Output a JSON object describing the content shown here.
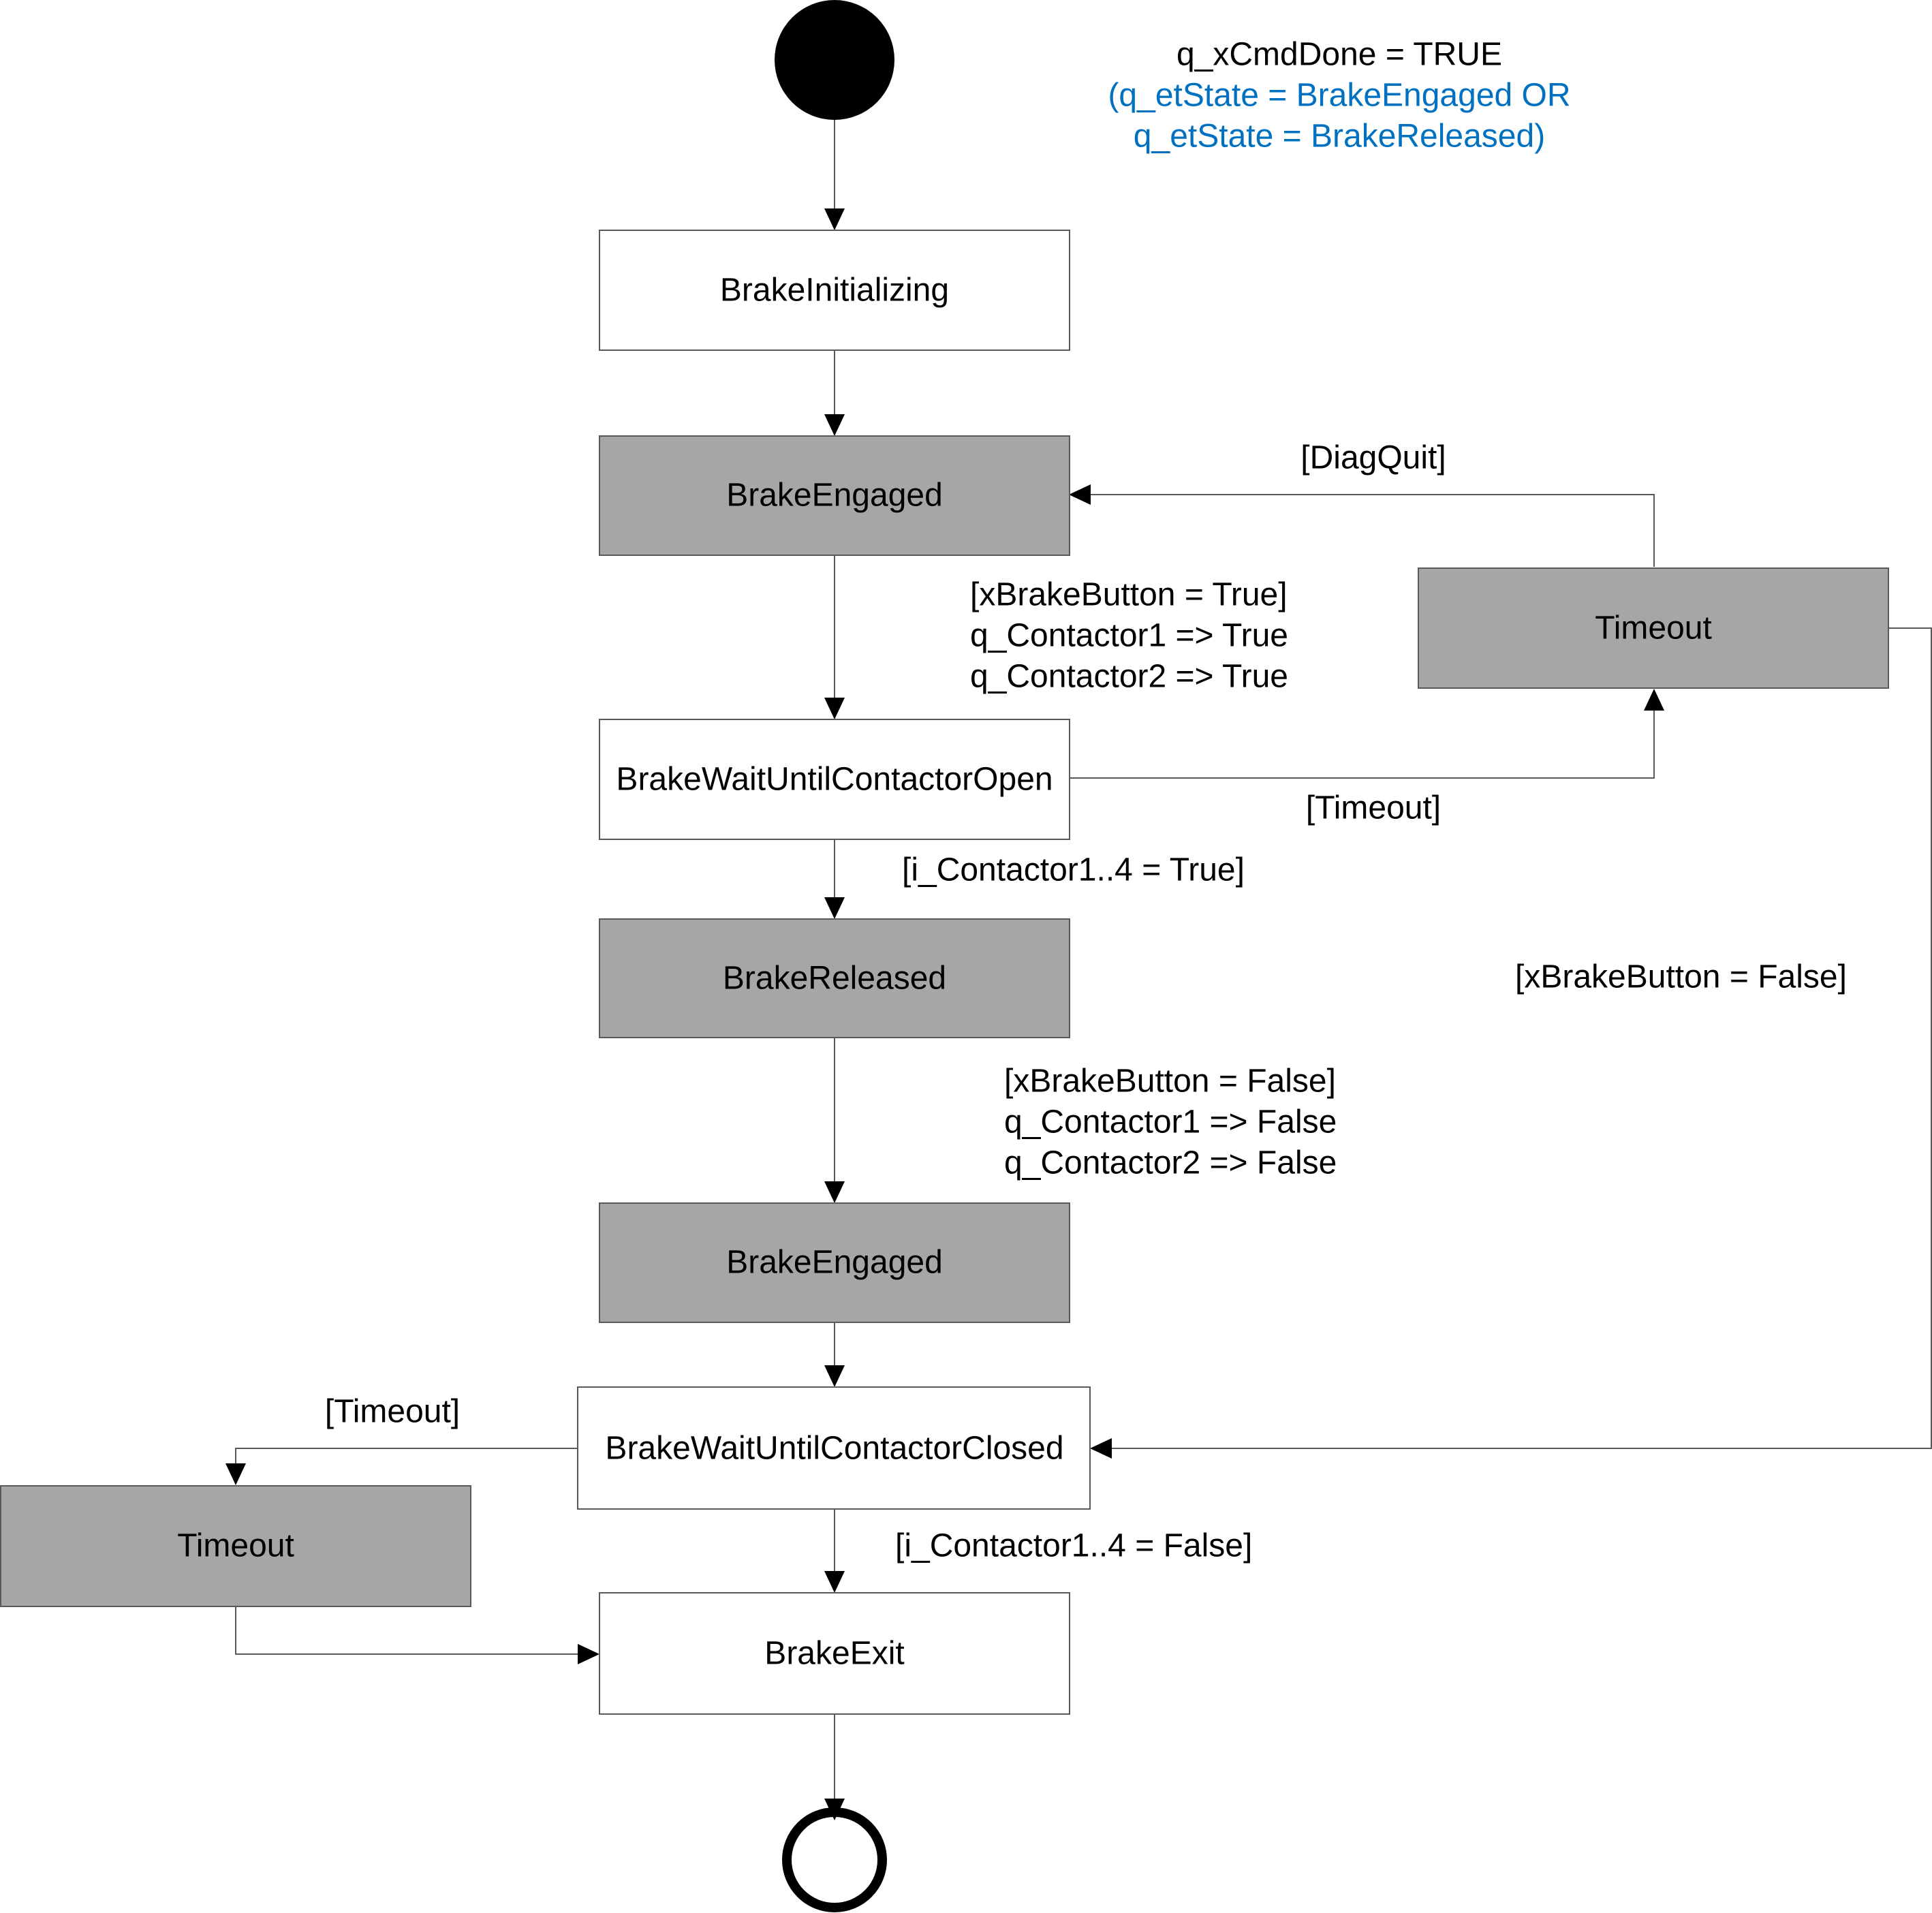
{
  "colors": {
    "state_normal": "#ffffff",
    "state_highlight": "#a6a6a6",
    "line": "#595959",
    "note_blue": "#0070c0"
  },
  "note": {
    "line1": "q_xCmdDone = TRUE",
    "line2": "(q_etState = BrakeEngaged OR",
    "line3": "q_etState = BrakeReleased)"
  },
  "states": {
    "initializing": "BrakeInitializing",
    "engaged_1": "BrakeEngaged",
    "wait_open": "BrakeWaitUntilContactorOpen",
    "released": "BrakeReleased",
    "engaged_2": "BrakeEngaged",
    "wait_closed": "BrakeWaitUntilContactorClosed",
    "exit": "BrakeExit",
    "timeout_right": "Timeout",
    "timeout_left": "Timeout"
  },
  "guards": {
    "diag_quit": "[DiagQuit]",
    "engage_to_open": [
      "[xBrakeButton = True]",
      "q_Contactor1 => True",
      "q_Contactor2 => True"
    ],
    "open_timeout": "[Timeout]",
    "open_to_released": "[i_Contactor1..4 = True]",
    "button_false": "[xBrakeButton = False]",
    "released_to_engaged": [
      "[xBrakeButton = False]",
      "q_Contactor1 => False",
      "q_Contactor2 => False"
    ],
    "closed_timeout": "[Timeout]",
    "closed_to_exit": "[i_Contactor1..4 = False]"
  }
}
